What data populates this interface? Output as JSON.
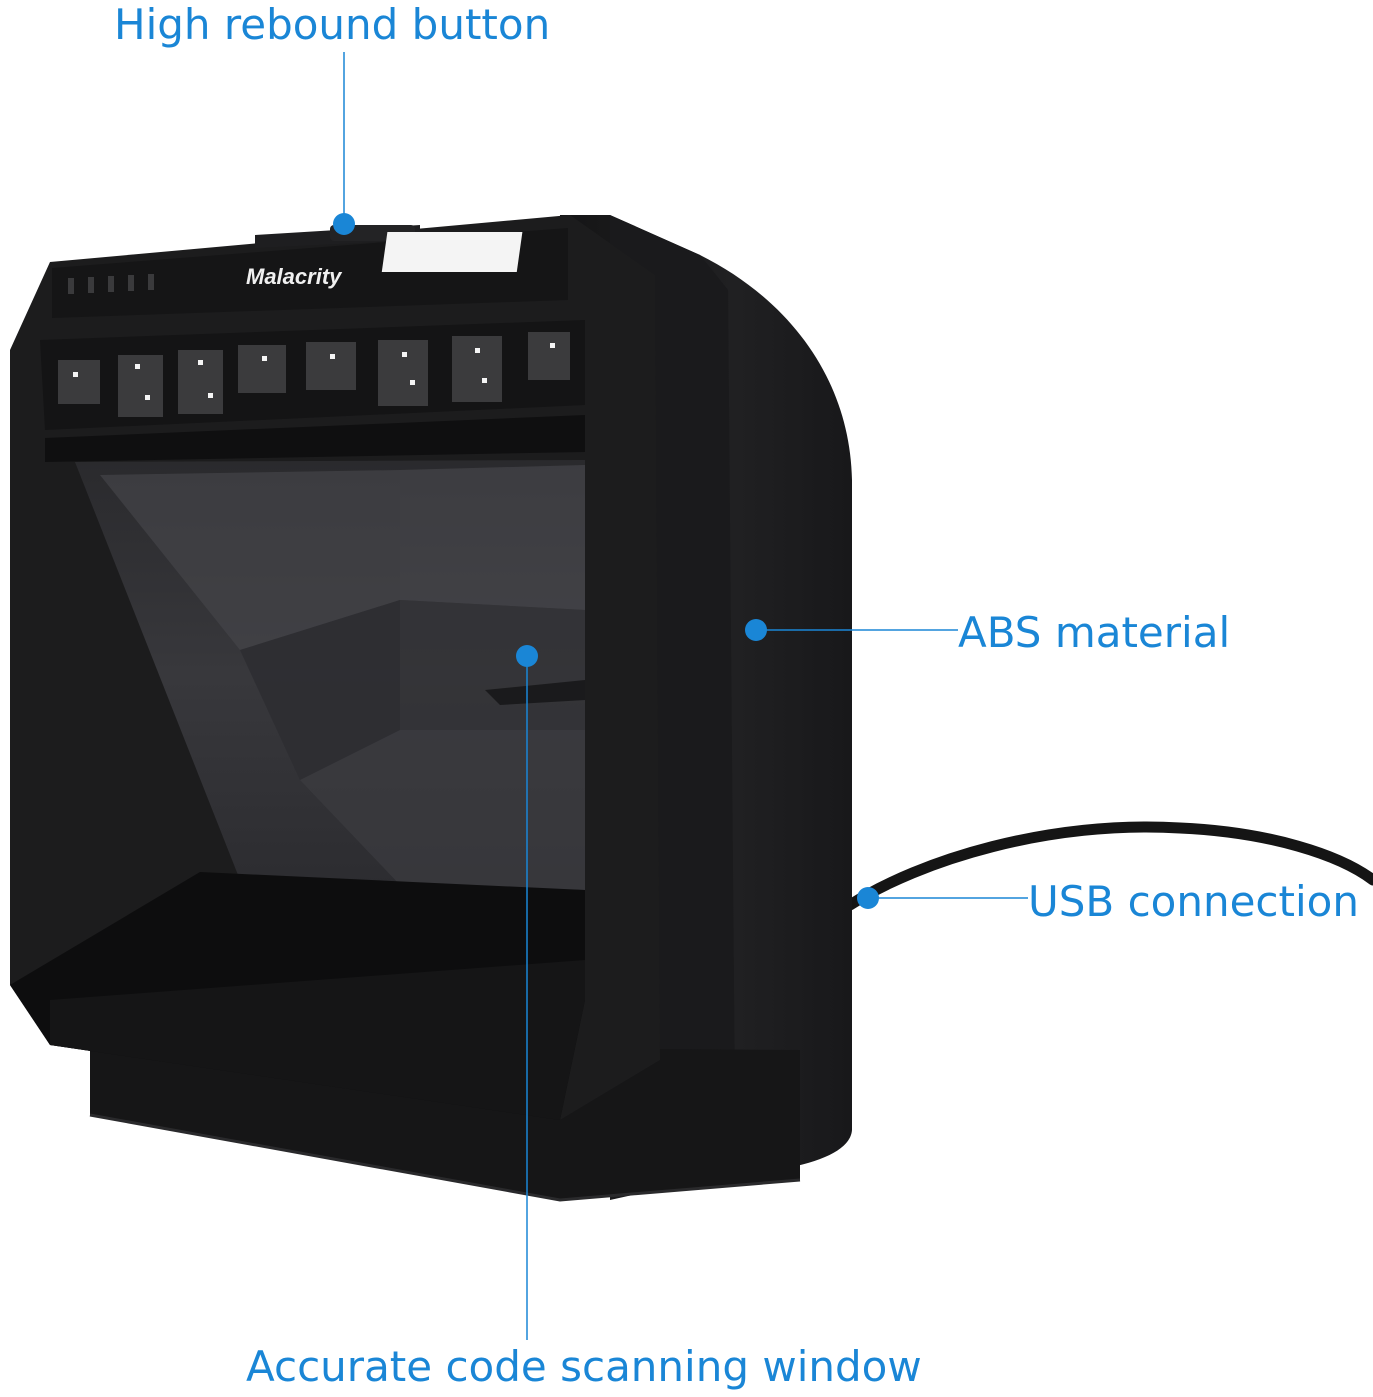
{
  "colors": {
    "callout": "#1a86d6",
    "device_body": "#1c1c1d",
    "device_shadow": "#0c0c0d",
    "scan_window": "#3a3a3d"
  },
  "product": {
    "brand_logo_text": "Malacrity"
  },
  "callouts": {
    "button": "High rebound button",
    "material": "ABS material",
    "usb": "USB connection",
    "window": "Accurate code scanning window"
  },
  "icons": [
    "callout-dot-icon",
    "led-icon",
    "vent-slot-icon"
  ]
}
